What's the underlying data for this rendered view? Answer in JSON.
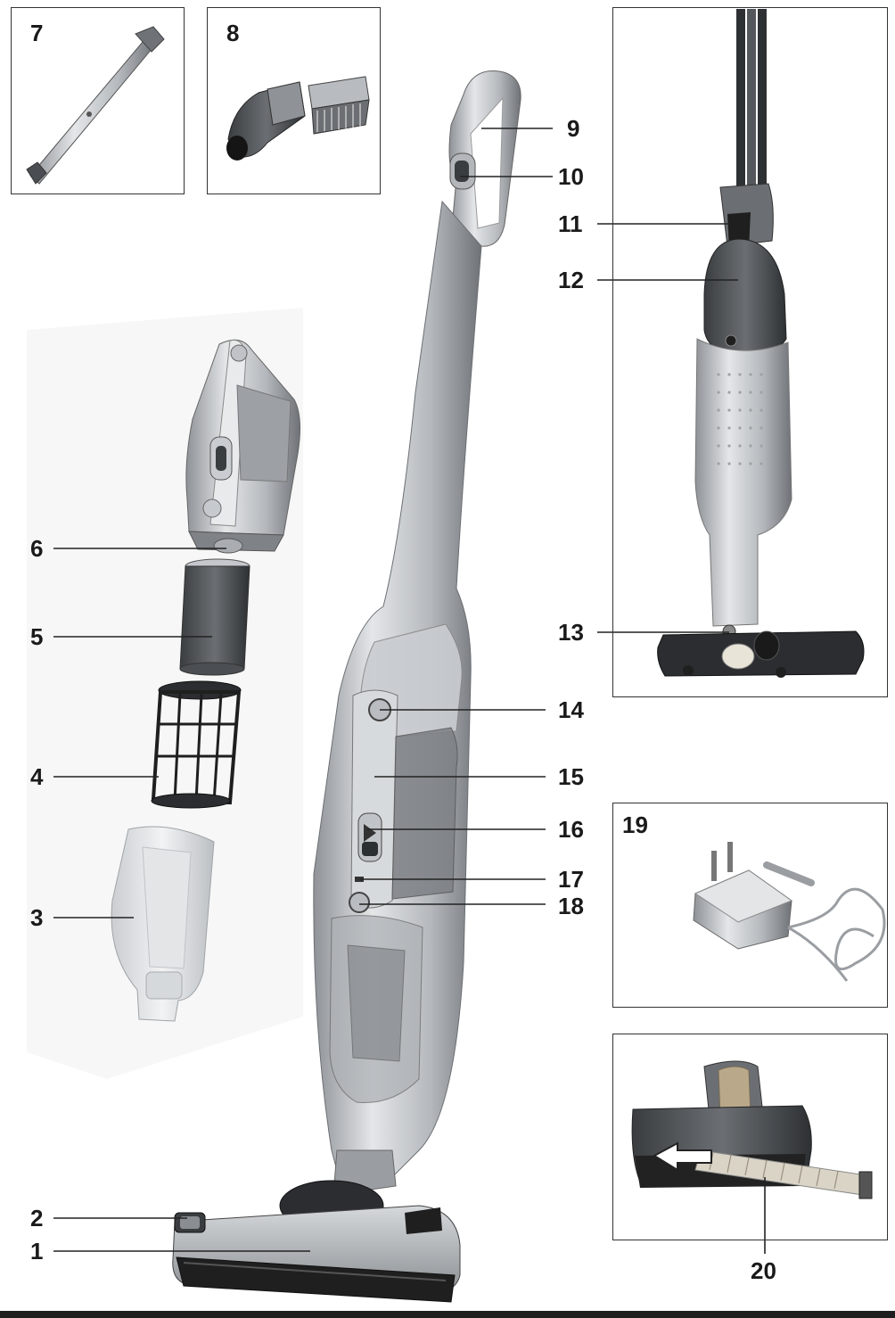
{
  "figure": {
    "callouts": {
      "c1": "1",
      "c2": "2",
      "c3": "3",
      "c4": "4",
      "c5": "5",
      "c6": "6",
      "c7": "7",
      "c8": "8",
      "c9": "9",
      "c10": "10",
      "c11": "11",
      "c12": "12",
      "c13": "13",
      "c14": "14",
      "c15": "15",
      "c16": "16",
      "c17": "17",
      "c18": "18",
      "c19": "19",
      "c20": "20"
    },
    "colors": {
      "body_light": "#d9dcdf",
      "body_mid": "#a7abb0",
      "body_dark": "#5d6166",
      "black": "#1f1f1f",
      "line": "#222222"
    }
  }
}
